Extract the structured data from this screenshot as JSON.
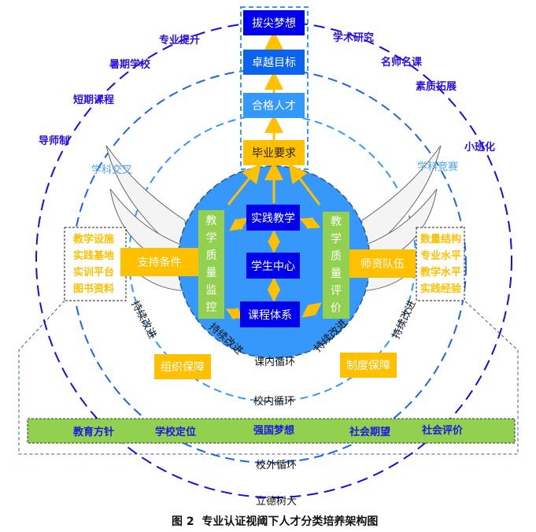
{
  "top_column": [
    "拔尖梦想",
    "卓越目标",
    "合格人才",
    "毕业要求"
  ],
  "outer_left_labels": [
    "专业提升",
    "暑期学校",
    "短期课程",
    "导师制"
  ],
  "outer_right_labels": [
    "学术研究",
    "名师名课",
    "素质拓展",
    "小班化"
  ],
  "inner_labels": {
    "left": "学科交叉",
    "right": "学科竞赛"
  },
  "center": {
    "top": "实践教学",
    "middle": "学生中心",
    "bottom": "课程体系"
  },
  "left_bar": [
    "教",
    "学",
    "质",
    "量",
    "监",
    "控"
  ],
  "right_bar": [
    "教",
    "学",
    "质",
    "量",
    "评",
    "价"
  ],
  "support": {
    "label": "支持条件",
    "items": [
      "教学设施",
      "实践基地",
      "实训平台",
      "图书资料"
    ]
  },
  "faculty": {
    "label": "师资队伍",
    "items": [
      "数量结构",
      "专业水平",
      "教学水平",
      "实践经验"
    ]
  },
  "continuous_improvement": "持续改进",
  "guarantees": {
    "left": "组织保障",
    "right": "制度保障"
  },
  "loops": {
    "in_class": "课内循环",
    "in_school": "校内循环",
    "out_school": "校外循环",
    "outer": "立德树大"
  },
  "band": [
    "教育方针",
    "学校定位",
    "强国梦想",
    "社会期望",
    "社会评价"
  ],
  "caption": "图 2  专业认证视阈下人才分类培养架构图",
  "colors": {
    "deep_blue": "#0000f0",
    "mid_blue": "#0a64f0",
    "light_blue": "#3399ff",
    "orange": "#ffc000",
    "green": "#92d050",
    "circle": "#3598fa"
  }
}
